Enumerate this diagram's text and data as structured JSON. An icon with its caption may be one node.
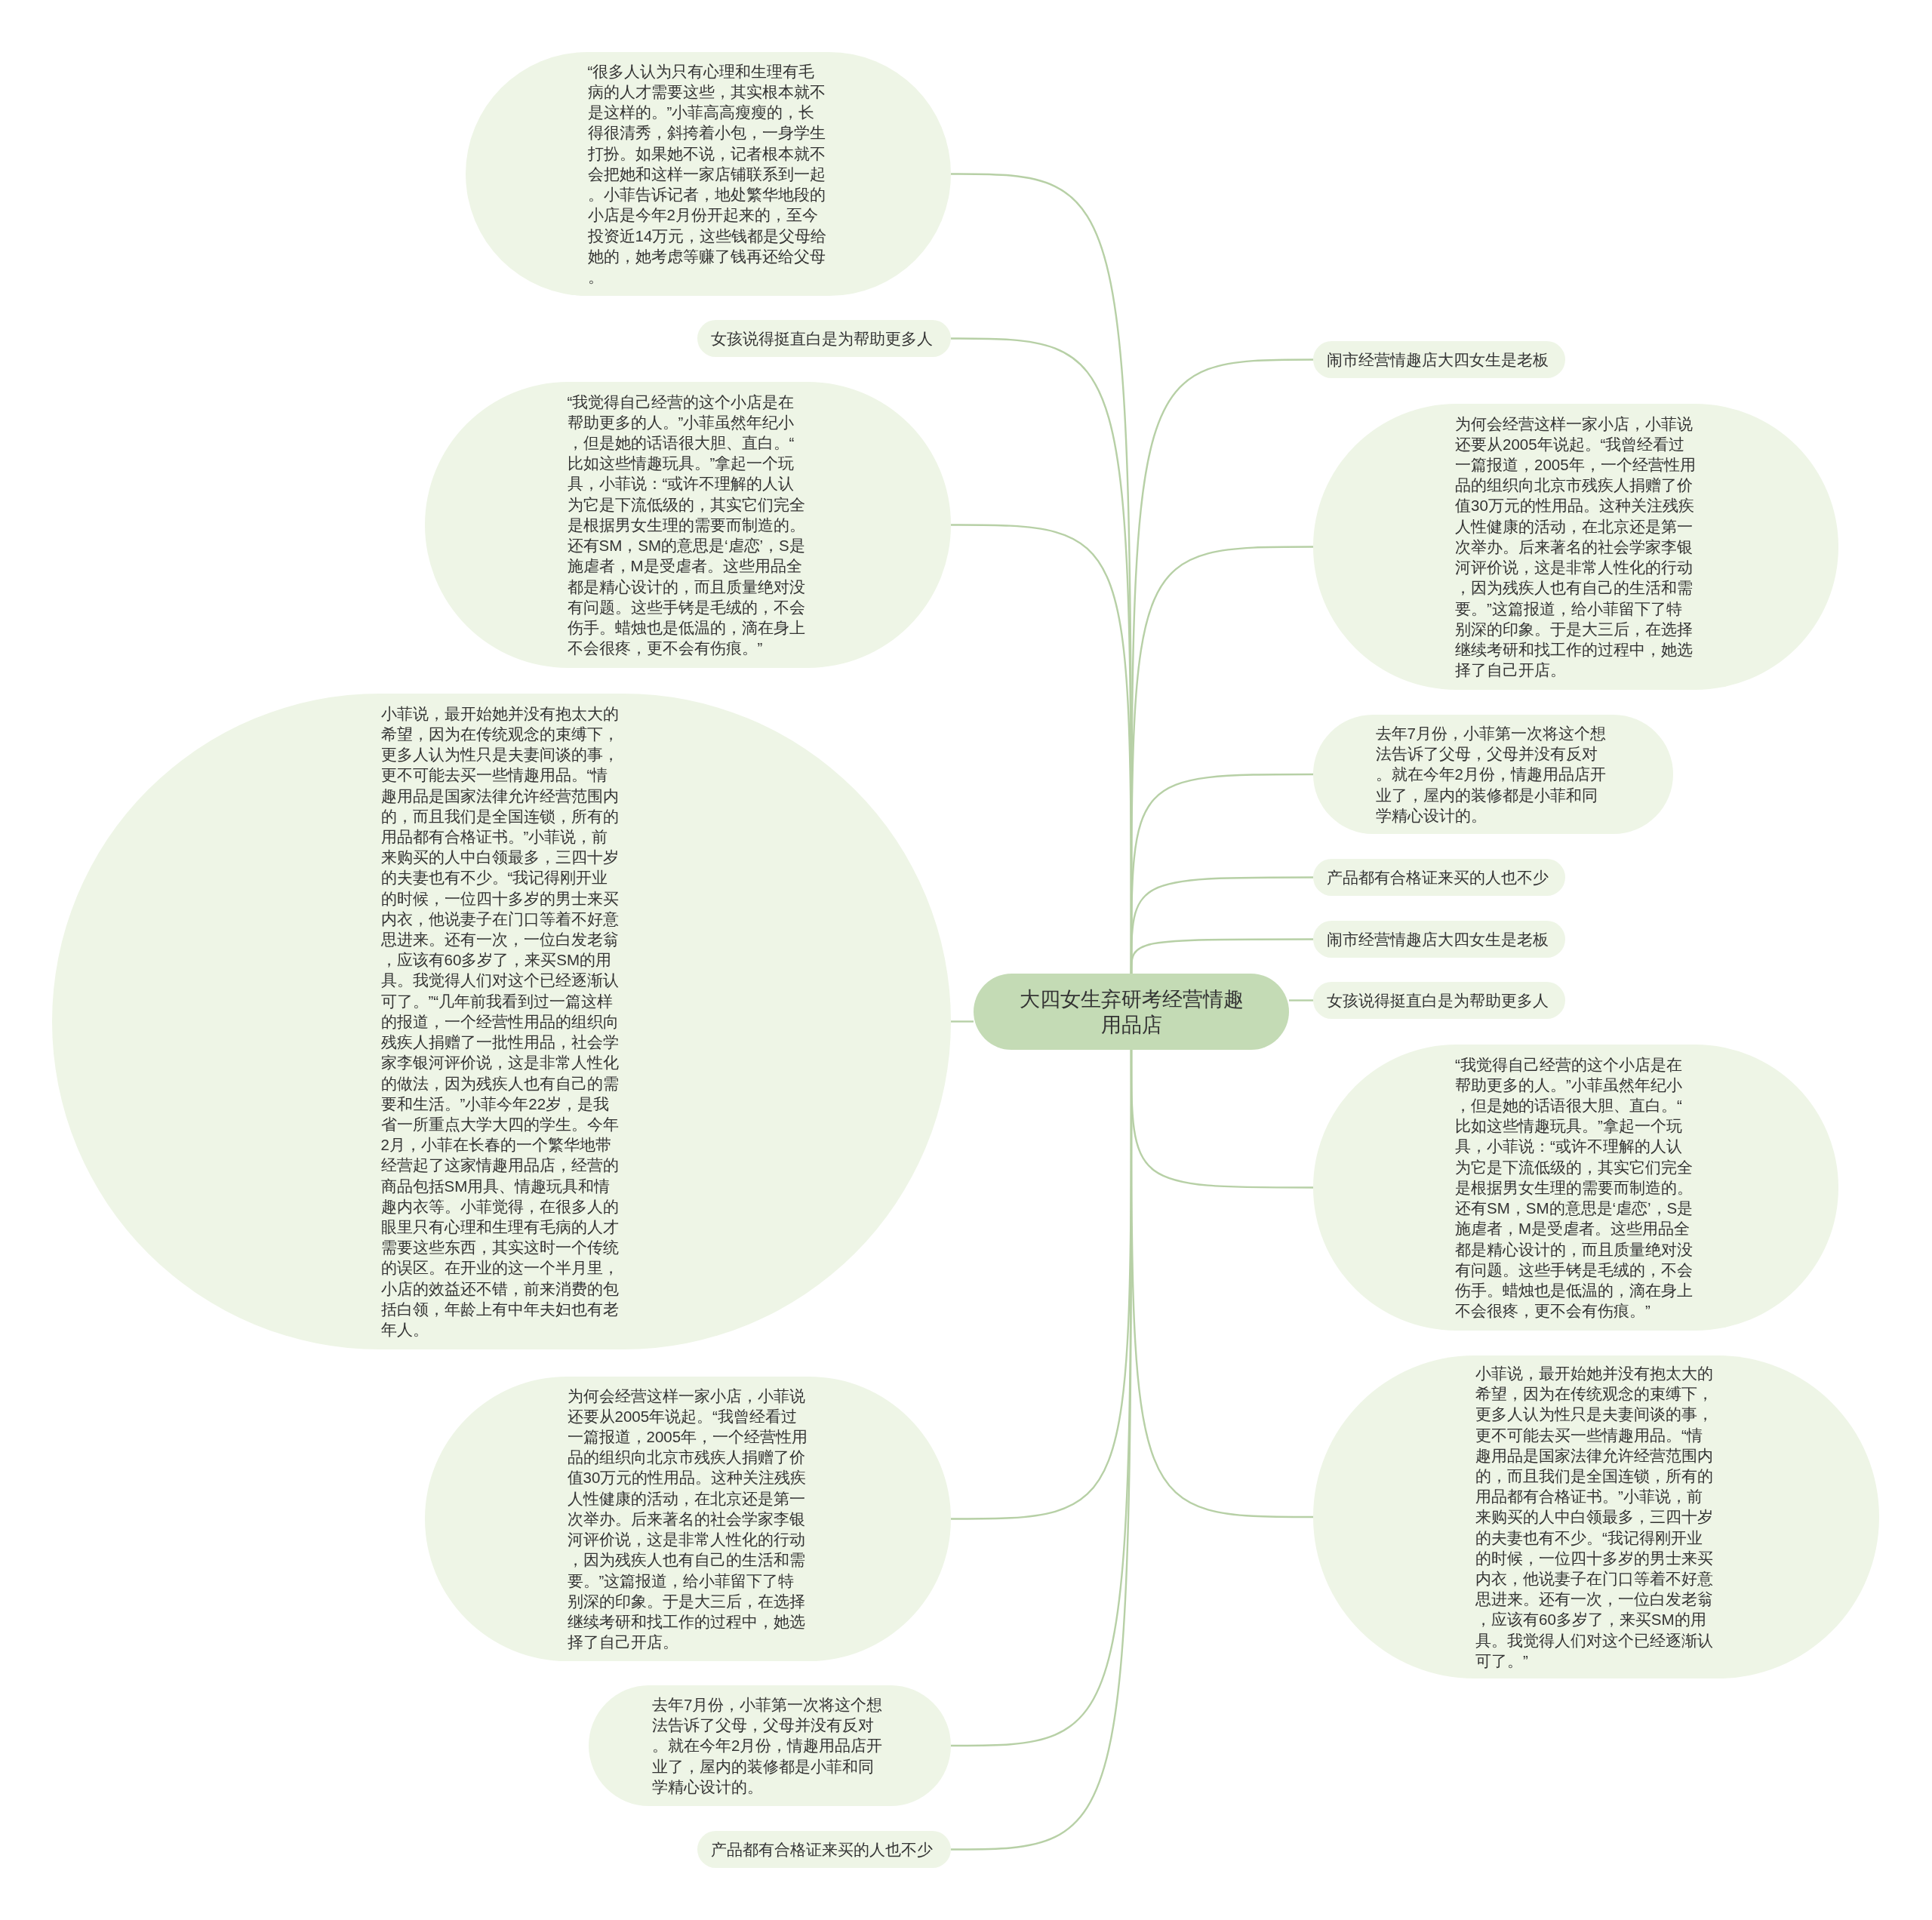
{
  "diagram": {
    "nodes": [
      {
        "text": [
          "大四女生弃研考经营情趣用品店"
        ]
      },
      {
        "text": [
          "“很多人认为只有心理和生理有毛病的人才需要这些，其实根本就不是这样的。”小菲高高瘦瘦的，长得很清秀，斜挎着小包，一身学生打扮。如果她不说，记者根本就不会把她和这样一家店铺联系到一起。小菲告诉记者，地处繁华地段的小店是今年2月份开起来的，至今投资近14万元，这些钱都是父母给她的，她考虑等赚了钱再还给父母。"
        ]
      },
      {
        "text": [
          "女孩说得挺直白是为帮助更多人"
        ]
      },
      {
        "text": [
          "“我觉得自己经营的这个小店是在帮助更多的人。”小菲虽然年纪小，但是她的话语很大胆、直白。“比如这些情趣玩具。”拿起一个玩具，小菲说：“或许不理解的人认为它是下流低级的，其实它们完全是根据男女生理的需要而制造的。还有SM，SM的意思是‘虐恋’，S是施虐者，M是受虐者。这些用品全都是精心设计的，而且质量绝对没有问题。这些手铐是毛绒的，不会伤手。蜡烛也是低温的，滴在身上不会很疼，更不会有伤痕。”"
        ]
      },
      {
        "text": [
          "小菲说，最开始她并没有抱太大的希望，因为在传统观念的束缚下，更多人认为性只是夫妻间谈的事，更不可能去买一些情趣用品。“情趣用品是国家法律允许经营范围内的，而且我们是全国连锁，所有的用品都有合格证书。”小菲说，前来购买的人中白领最多，三四十岁的夫妻也有不少。“我记得刚开业的时候，一位四十多岁的男士来买内衣，他说妻子在门口等着不好意思进来。还有一次，一位白发老翁，应该有60多岁了，来买SM的用具。我觉得人们对这个已经逐渐认可了。”“几年前我看到过一篇这样的报道，一个经营性用品的组织向残疾人捐赠了一批性用品，社会学家李银河评价说，这是非常人性化的做法，因为残疾人也有自己的需要和生活。”小菲今年22岁，是我省一所重点大学大四的学生。今年2月，小菲在长春的一个繁华地带经营起了这家情趣用品店，经营的商品包括SM用具、情趣玩具和情趣内衣等。小菲觉得，在很多人的眼里只有心理和生理有毛病的人才需要这些东西，其实这时一个传统的误区。在开业的这一个半月里，小店的效益还不错，前来消费的包括白领，年龄上有中年夫妇也有老年人。"
        ]
      },
      {
        "text": [
          "为何会经营这样一家小店，小菲说还要从2005年说起。“我曾经看过一篇报道，2005年，一个经营性用品的组织向北京市残疾人捐赠了价值30万元的性用品。这种关注残疾人性健康的活动，在北京还是第一次举办。后来著名的社会学家李银河评价说，这是非常人性化的行动，因为残疾人也有自己的生活和需要。”这篇报道，给小菲留下了特别深的印象。于是大三后，在选择继续考研和找工作的过程中，她选择了自己开店。"
        ]
      },
      {
        "text": [
          "去年7月份，小菲第一次将这个想法告诉了父母，父母并没有反对。就在今年2月份，情趣用品店开业了，屋内的装修都是小菲和同学精心设计的。"
        ]
      },
      {
        "text": [
          "产品都有合格证来买的人也不少"
        ]
      },
      {
        "text": [
          "闹市经营情趣店大四女生是老板"
        ]
      },
      {
        "text": [
          "为何会经营这样一家小店，小菲说还要从2005年说起。“我曾经看过一篇报道，2005年，一个经营性用品的组织向北京市残疾人捐赠了价值30万元的性用品。这种关注残疾人性健康的活动，在北京还是第一次举办。后来著名的社会学家李银河评价说，这是非常人性化的行动，因为残疾人也有自己的生活和需要。”这篇报道，给小菲留下了特别深的印象。于是大三后，在选择继续考研和找工作的过程中，她选择了自己开店。"
        ]
      },
      {
        "text": [
          "去年7月份，小菲第一次将这个想法告诉了父母，父母并没有反对。就在今年2月份，情趣用品店开业了，屋内的装修都是小菲和同学精心设计的。"
        ]
      },
      {
        "text": [
          "产品都有合格证来买的人也不少"
        ]
      },
      {
        "text": [
          "闹市经营情趣店大四女生是老板"
        ]
      },
      {
        "text": [
          "女孩说得挺直白是为帮助更多人"
        ]
      },
      {
        "text": [
          "“我觉得自己经营的这个小店是在帮助更多的人。”小菲虽然年纪小，但是她的话语很大胆、直白。“比如这些情趣玩具。”拿起一个玩具，小菲说：“或许不理解的人认为它是下流低级的，其实它们完全是根据男女生理的需要而制造的。还有SM，SM的意思是‘虐恋’，S是施虐者，M是受虐者。这些用品全都是精心设计的，而且质量绝对没有问题。这些手铐是毛绒的，不会伤手。蜡烛也是低温的，滴在身上不会很疼，更不会有伤痕。”"
        ]
      },
      {
        "text": [
          "小菲说，最开始她并没有抱太大的希望，因为在传统观念的束缚下，更多人认为性只是夫妻间谈的事，更不可能去买一些情趣用品。“情趣用品是国家法律允许经营范围内的，而且我们是全国连锁，所有的用品都有合格证书。”小菲说，前来购买的人中白领最多，三四十岁的夫妻也有不少。“我记得刚开业的时候，一位四十多岁的男士来买内衣，他说妻子在门口等着不好意思进来。还有一次，一位白发老翁，应该有60多岁了，来买SM的用具。我觉得人们对这个已经逐渐认可了。”"
        ]
      }
    ],
    "edges": [
      {
        "from": 0,
        "to": 1,
        "arrow": "none"
      },
      {
        "from": 0,
        "to": 2,
        "arrow": "none"
      },
      {
        "from": 0,
        "to": 3,
        "arrow": "none"
      },
      {
        "from": 0,
        "to": 4,
        "arrow": "none"
      },
      {
        "from": 0,
        "to": 5,
        "arrow": "none"
      },
      {
        "from": 0,
        "to": 6,
        "arrow": "none"
      },
      {
        "from": 0,
        "to": 7,
        "arrow": "none"
      },
      {
        "from": 0,
        "to": 8,
        "arrow": "none"
      },
      {
        "from": 0,
        "to": 9,
        "arrow": "none"
      },
      {
        "from": 0,
        "to": 10,
        "arrow": "none"
      },
      {
        "from": 0,
        "to": 11,
        "arrow": "none"
      },
      {
        "from": 0,
        "to": 12,
        "arrow": "none"
      },
      {
        "from": 0,
        "to": 13,
        "arrow": "none"
      },
      {
        "from": 0,
        "to": 14,
        "arrow": "none"
      },
      {
        "from": 0,
        "to": 15,
        "arrow": "none"
      }
    ]
  }
}
